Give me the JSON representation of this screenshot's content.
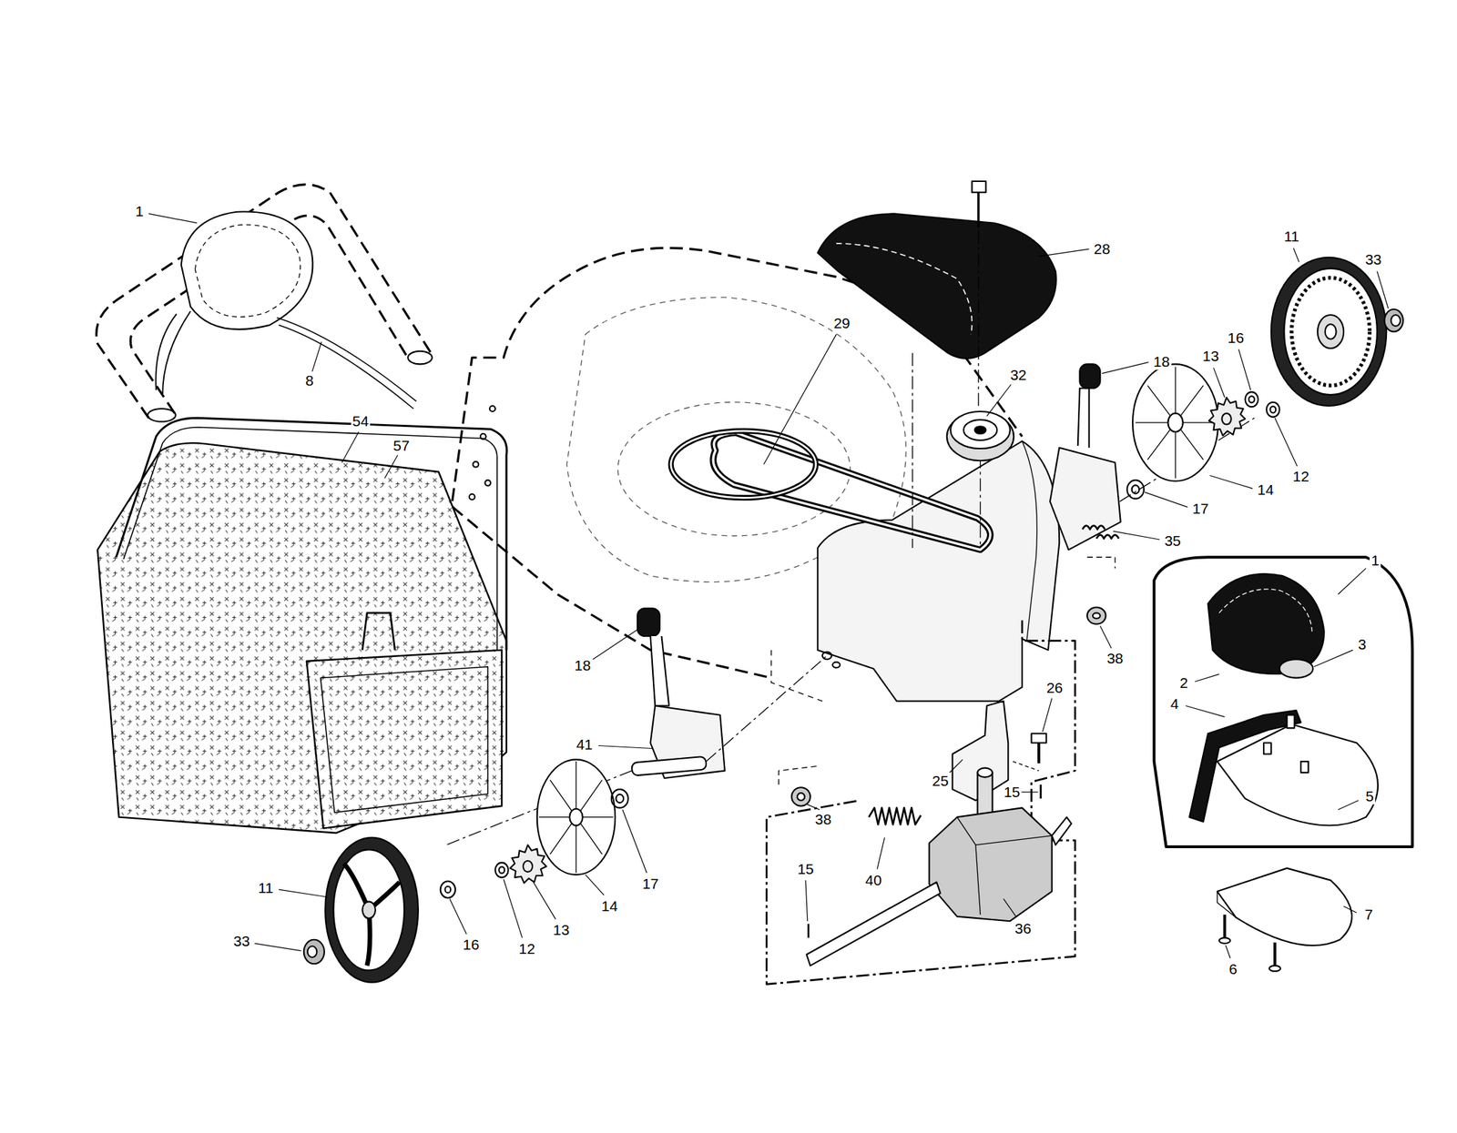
{
  "diagram": {
    "labels": [
      "1",
      "8",
      "54",
      "57",
      "29",
      "28",
      "11",
      "33",
      "32",
      "18",
      "16",
      "13",
      "12",
      "14",
      "17",
      "35",
      "1",
      "2",
      "3",
      "4",
      "5",
      "38",
      "18",
      "41",
      "26",
      "25",
      "15",
      "15",
      "38",
      "40",
      "36",
      "17",
      "14",
      "13",
      "12",
      "16",
      "11",
      "33",
      "7",
      "6"
    ]
  }
}
